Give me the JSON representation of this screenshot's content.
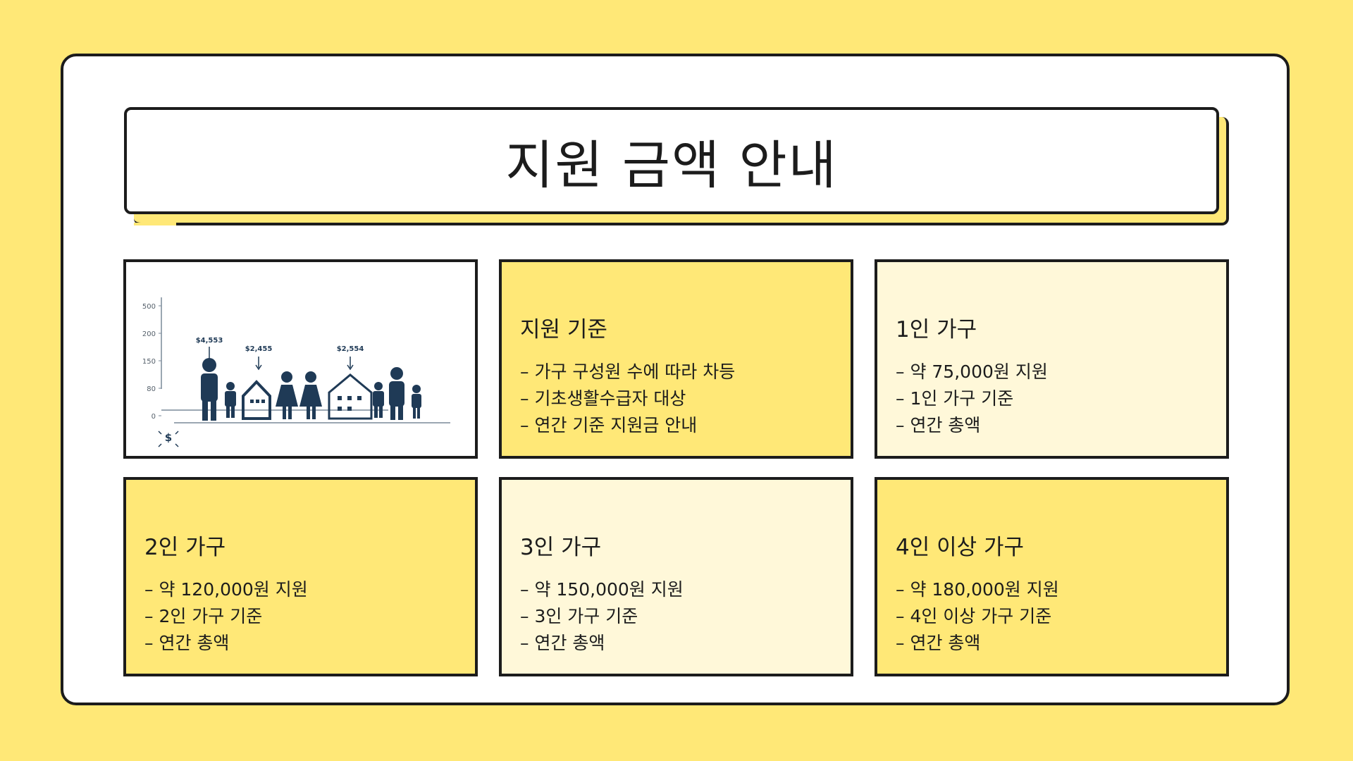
{
  "title": "지원 금액 안내",
  "illustration": {
    "y_ticks": [
      "500",
      "200",
      "150",
      "80",
      "0"
    ],
    "labels": [
      "$4,553",
      "$2,455",
      "$2,554"
    ],
    "dollar_sign": "$",
    "colors": {
      "figure": "#1f3a56"
    }
  },
  "cards": [
    {
      "title": "지원 기준",
      "items": [
        "가구 구성원 수에 따라 차등",
        "기초생활수급자 대상",
        "연간 기준 지원금 안내"
      ]
    },
    {
      "title": "1인 가구",
      "items": [
        "약 75,000원 지원",
        "1인 가구 기준",
        "연간 총액"
      ]
    },
    {
      "title": "2인 가구",
      "items": [
        "약 120,000원 지원",
        "2인 가구 기준",
        "연간 총액"
      ]
    },
    {
      "title": "3인 가구",
      "items": [
        "약 150,000원 지원",
        "3인 가구 기준",
        "연간 총액"
      ]
    },
    {
      "title": "4인 이상 가구",
      "items": [
        "약 180,000원 지원",
        "4인 이상 가구 기준",
        "연간 총액"
      ]
    }
  ],
  "colors": {
    "background": "#FFE877",
    "card_yellow": "#FFE877",
    "card_cream": "#FFF8D9",
    "border": "#1c1c1c"
  }
}
